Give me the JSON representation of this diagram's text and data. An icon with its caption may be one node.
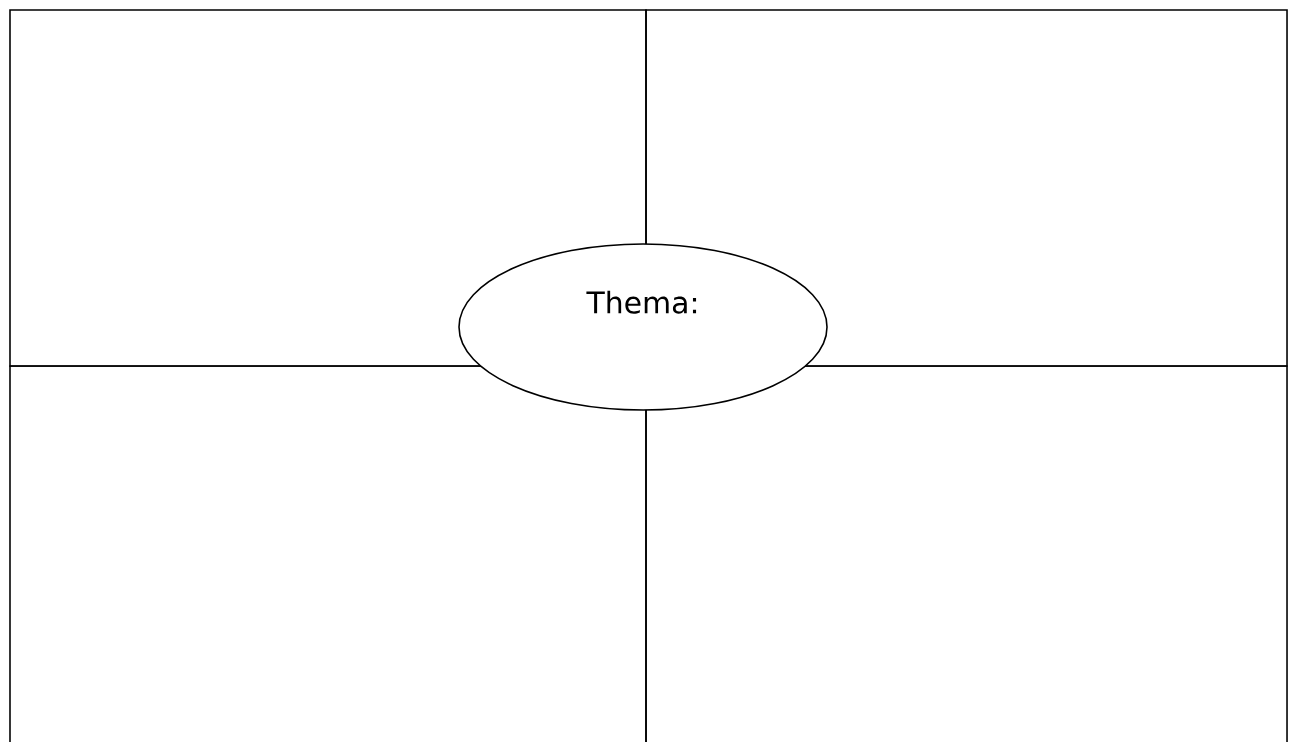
{
  "diagram": {
    "nodes": [
      {
        "text": [],
        "shape": "box"
      },
      {
        "text": [],
        "shape": "box"
      },
      {
        "text": [],
        "shape": "box"
      },
      {
        "text": [],
        "shape": "box"
      },
      {
        "text": [
          "Thema:"
        ]
      }
    ]
  }
}
